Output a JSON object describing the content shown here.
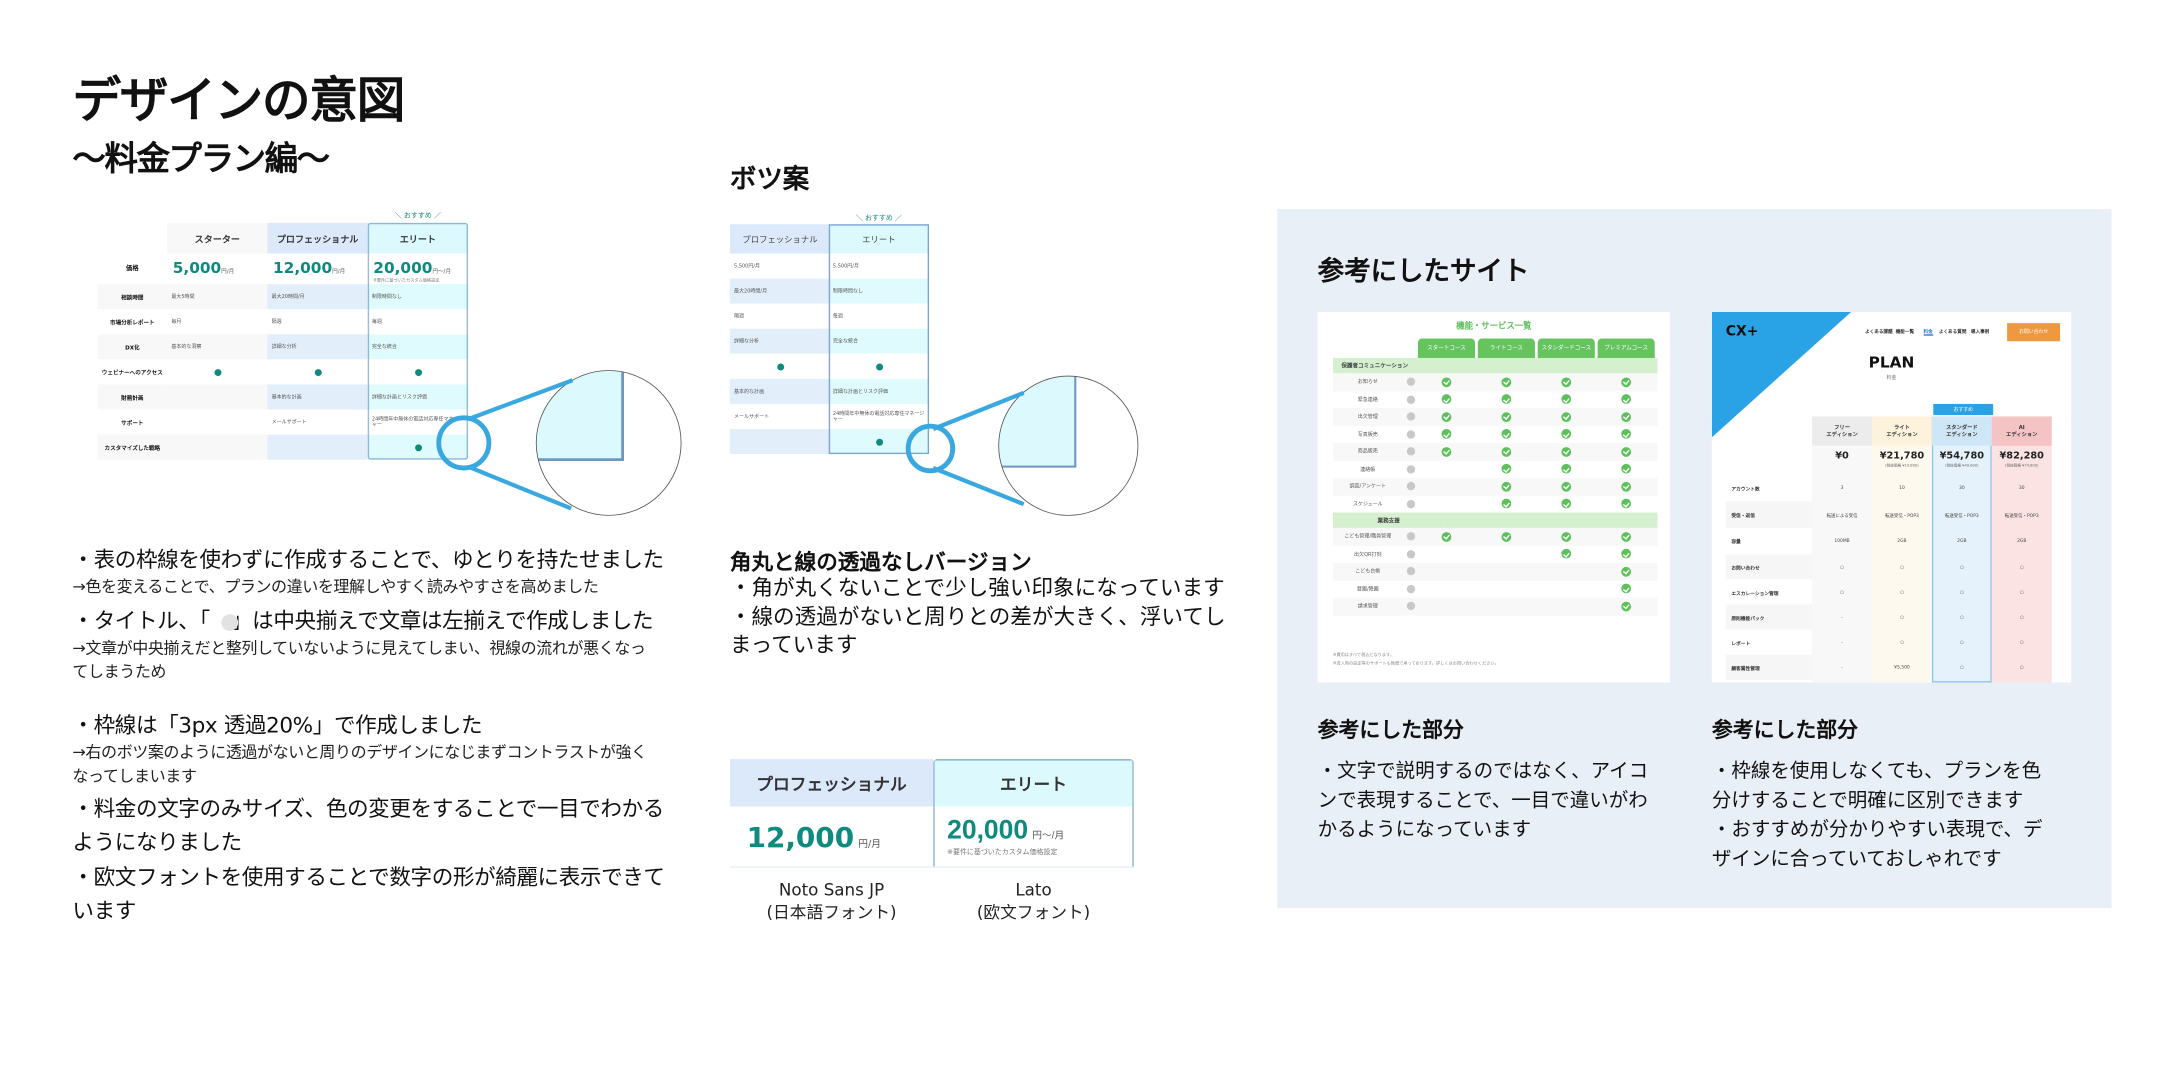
{
  "header": {
    "title": "デザインの意図",
    "subtitle": "〜料金プラン編〜"
  },
  "colors": {
    "teal": "#0f8a7e",
    "accent_blue": "#3aa8e0",
    "pro_header": "#dbe9fb",
    "elite_header": "#dcfafd",
    "panel_bg": "#e9eff6"
  },
  "main_table": {
    "recommend_label": "＼ おすすめ ／",
    "columns": [
      "スターター",
      "プロフェッショナル",
      "エリート"
    ],
    "price_label": "価格",
    "prices": [
      {
        "amount": "5,000",
        "unit": "円/月"
      },
      {
        "amount": "12,000",
        "unit": "円/月"
      },
      {
        "amount": "20,000",
        "unit": "円〜/月"
      }
    ],
    "elite_price_note": "※要件に基づいたカスタム価格設定",
    "rows": [
      {
        "label": "相談時間",
        "cells": [
          "最大5時間",
          "最大20時間/月",
          "制限時間なし"
        ]
      },
      {
        "label": "市場分析レポート",
        "cells": [
          "毎月",
          "隔週",
          "毎週"
        ]
      },
      {
        "label": "DX化",
        "cells": [
          "基本的な洞察",
          "詳細な分析",
          "完全な統合"
        ]
      },
      {
        "label": "ウェビナーへのアクセス",
        "cells": [
          "dot",
          "dot",
          "dot"
        ]
      },
      {
        "label": "財務計画",
        "cells": [
          "",
          "基本的な計画",
          "詳細な計画とリスク評価"
        ]
      },
      {
        "label": "サポート",
        "cells": [
          "",
          "メールサポート",
          "24時間年中無休の電話対応専任マネージャー"
        ]
      },
      {
        "label": "カスタマイズした戦略",
        "cells": [
          "",
          "",
          "dot"
        ]
      }
    ]
  },
  "notes_left": [
    {
      "text": "・表の枠線を使わずに作成することで、ゆとりを持たせました",
      "sub": [
        "→色を変えることで、プランの違いを理解しやすく読みやすさを高めました"
      ]
    },
    {
      "text": "・タイトル、「　」は中央揃えで文章は左揃えで作成しました",
      "sub": [
        "→文章が中央揃えだと整列していないように見えてしまい、視線の流れが悪くなっ",
        "てしまうため"
      ]
    },
    {
      "text": "・枠線は「3px 透過20%」で作成しました",
      "sub": [
        "→右のボツ案のように透過がないと周りのデザインになじまずコントラストが強く",
        "なってしまいます"
      ]
    },
    {
      "text": "・料金の文字のみサイズ、色の変更をすることで一目でわかる",
      "cont": "ようになりました"
    },
    {
      "text": "・欧文フォントを使用することで数字の形が綺麗に表示できて",
      "cont": "います"
    }
  ],
  "rejected": {
    "title": "ボツ案",
    "recommend_label": "＼ おすすめ ／",
    "columns": [
      "プロフェッショナル",
      "エリート"
    ],
    "rows": [
      [
        "5,500円/月",
        "5,500円/月"
      ],
      [
        "最大20時間/月",
        "制限時間なし"
      ],
      [
        "隔週",
        "毎週"
      ],
      [
        "詳細な分析",
        "完全な統合"
      ],
      [
        "dot",
        "dot"
      ],
      [
        "基本的な計画",
        "詳細な計画とリスク評価"
      ],
      [
        "メールサポート",
        "24時間年中無休の電話対応専任マネージャー"
      ],
      [
        "",
        "dot"
      ]
    ],
    "heading": "角丸と線の透過なしバージョン",
    "bullets": [
      "・角が丸くないことで少し強い印象になっています",
      "・線の透過がないと周りとの差が大きく、浮いてし",
      "まっています"
    ]
  },
  "font_compare": {
    "columns": [
      "プロフェッショナル",
      "エリート"
    ],
    "prices": [
      {
        "amount": "12,000",
        "unit": "円/月"
      },
      {
        "amount": "20,000",
        "unit": "円〜/月"
      }
    ],
    "note": "※要件に基づいたカスタム価格設定",
    "fonts": [
      {
        "name": "Noto Sans JP",
        "kind": "(日本語フォント)"
      },
      {
        "name": "Lato",
        "kind": "(欧文フォント)"
      }
    ]
  },
  "reference": {
    "title": "参考にしたサイト",
    "sites": [
      {
        "heading": "参考にした部分",
        "lines": [
          "・文字で説明するのではなく、アイコ",
          "ンで表現することで、一目で違いがわ",
          "かるようになっています"
        ]
      },
      {
        "heading": "参考にした部分",
        "lines": [
          "・枠線を使用しなくても、プランを色",
          "分けすることで明確に区別できます",
          "・おすすめが分かりやすい表現で、デ",
          "ザインに合っていておしゃれです"
        ]
      }
    ]
  },
  "ref_site_1": {
    "title": "機能・サービス一覧",
    "courses": [
      "スタートコース",
      "ライトコース",
      "スタンダードコース",
      "プレミアムコース"
    ],
    "sections": [
      {
        "name": "保護者コミュニケーション",
        "rows": [
          {
            "label": "お知らせ",
            "checks": [
              1,
              1,
              1,
              1
            ]
          },
          {
            "label": "緊急連絡",
            "checks": [
              1,
              1,
              1,
              1
            ]
          },
          {
            "label": "出欠管理",
            "checks": [
              1,
              1,
              1,
              1
            ]
          },
          {
            "label": "写真販売",
            "checks": [
              1,
              1,
              1,
              1
            ]
          },
          {
            "label": "商品販売",
            "checks": [
              1,
              1,
              1,
              1
            ]
          },
          {
            "label": "連絡帳",
            "checks": [
              0,
              1,
              1,
              1
            ]
          },
          {
            "label": "調査/アンケート",
            "checks": [
              0,
              1,
              1,
              1
            ]
          },
          {
            "label": "スケジュール",
            "checks": [
              0,
              1,
              1,
              1
            ]
          }
        ]
      },
      {
        "name": "業務支援",
        "rows": [
          {
            "label": "こども管理/職員管理",
            "checks": [
              1,
              1,
              1,
              1
            ]
          },
          {
            "label": "出欠QR打刻",
            "checks": [
              0,
              0,
              1,
              1
            ]
          },
          {
            "label": "こども台帳",
            "checks": [
              0,
              0,
              0,
              1
            ]
          },
          {
            "label": "登園/降園",
            "checks": [
              0,
              0,
              0,
              1
            ]
          },
          {
            "label": "請求管理",
            "checks": [
              0,
              0,
              0,
              1
            ]
          }
        ]
      }
    ],
    "footnotes": [
      "※費用はすべて税込となります。",
      "※導入時の設定等のサポートも無償で承っております。詳しくはお問い合わせください。"
    ]
  },
  "ref_site_2": {
    "logo": "CX+",
    "nav": [
      "よくある課題",
      "機能一覧",
      "料金",
      "よくある質問",
      "導入事例"
    ],
    "cta": "お問い合わせ",
    "plan_title": "PLAN",
    "plan_sub": "料金",
    "recommend": "おすすめ",
    "editions": [
      {
        "name": "フリー\nエディション",
        "price": "¥0",
        "tax": ""
      },
      {
        "name": "ライト\nエディション",
        "price": "¥21,780",
        "tax": "(税抜価格 ¥19,800)"
      },
      {
        "name": "スタンダード\nエディション",
        "price": "¥54,780",
        "tax": "(税抜価格 ¥49,800)"
      },
      {
        "name": "AI\nエディション",
        "price": "¥82,280",
        "tax": "(税抜価格 ¥74,800)"
      }
    ],
    "rows": [
      {
        "label": "アカウント数",
        "cells": [
          "3",
          "10",
          "30",
          "30"
        ]
      },
      {
        "label": "受信・返信",
        "cells": [
          "転送による受信",
          "転送受信・POP3",
          "転送受信・POP3",
          "転送受信・POP3"
        ]
      },
      {
        "label": "容量",
        "cells": [
          "100MB",
          "2GB",
          "2GB",
          "2GB"
        ]
      },
      {
        "label": "お問い合わせ",
        "cells": [
          "○",
          "○",
          "○",
          "○"
        ]
      },
      {
        "label": "エスカレーション管理",
        "cells": [
          "○",
          "○",
          "○",
          "○"
        ]
      },
      {
        "label": "原則機能パック",
        "cells": [
          "-",
          "○",
          "○",
          "○"
        ]
      },
      {
        "label": "レポート",
        "cells": [
          "-",
          "○",
          "○",
          "○"
        ]
      },
      {
        "label": "顧客属性管理",
        "cells": [
          "-",
          "¥5,500",
          "○",
          "○"
        ]
      }
    ]
  }
}
